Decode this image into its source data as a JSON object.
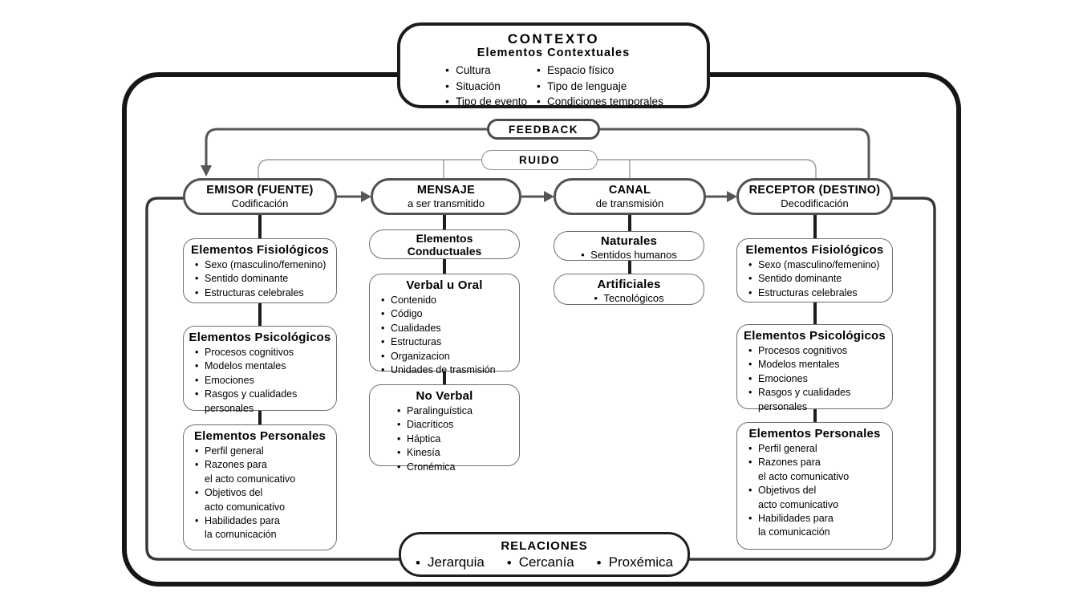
{
  "contexto": {
    "title": "CONTEXTO",
    "subtitle": "Elementos Contextuales",
    "col1": [
      "Cultura",
      "Situación",
      "Tipo de evento"
    ],
    "col2": [
      "Espacio físico",
      "Tipo de lenguaje",
      "Condiciones temporales"
    ]
  },
  "feedback_label": "FEEDBACK",
  "ruido_label": "RUIDO",
  "nodes": {
    "emisor": {
      "title": "EMISOR (FUENTE)",
      "subtitle": "Codificación"
    },
    "mensaje": {
      "title": "MENSAJE",
      "subtitle": "a ser transmitido"
    },
    "canal": {
      "title": "CANAL",
      "subtitle": "de transmisión"
    },
    "receptor": {
      "title": "RECEPTOR (DESTINO)",
      "subtitle": "Decodificación"
    }
  },
  "emisor_column": {
    "fisiologicos": {
      "title": "Elementos Fisiológicos",
      "items": [
        "Sexo (masculino/femenino)",
        "Sentido dominante",
        "Estructuras celebrales"
      ]
    },
    "psicologicos": {
      "title": "Elementos Psicológicos",
      "items": [
        "Procesos cognitivos",
        "Modelos mentales",
        "Emociones",
        "Rasgos y cualidades\npersonales"
      ]
    },
    "personales": {
      "title": "Elementos Personales",
      "items": [
        "Perfil general",
        "Razones para\nel acto comunicativo",
        "Objetivos del\nacto comunicativo",
        "Habilidades para\nla comunicación"
      ]
    }
  },
  "mensaje_column": {
    "conductuales": {
      "title": "Elementos\nConductuales"
    },
    "verbal": {
      "title": "Verbal u Oral",
      "items": [
        "Contenido",
        "Código",
        "Cualidades",
        "Estructuras",
        "Organizacion",
        "Unidades de trasmisión"
      ]
    },
    "no_verbal": {
      "title": "No Verbal",
      "items": [
        "Paralinguística",
        "Diacríticos",
        "Háptica",
        "Kinesía",
        "Cronémica"
      ]
    }
  },
  "canal_column": {
    "naturales": {
      "title": "Naturales",
      "items": [
        "Sentidos humanos"
      ]
    },
    "artificiales": {
      "title": "Artificiales",
      "items": [
        "Tecnológicos"
      ]
    }
  },
  "receptor_column": {
    "fisiologicos": {
      "title": "Elementos Fisiológicos",
      "items": [
        "Sexo (masculino/femenino)",
        "Sentido dominante",
        "Estructuras celebrales"
      ]
    },
    "psicologicos": {
      "title": "Elementos Psicológicos",
      "items": [
        "Procesos cognitivos",
        "Modelos mentales",
        "Emociones",
        "Rasgos y cualidades\npersonales"
      ]
    },
    "personales": {
      "title": "Elementos Personales",
      "items": [
        "Perfil general",
        "Razones para\nel acto comunicativo",
        "Objetivos del\nacto comunicativo",
        "Habilidades para\nla comunicación"
      ]
    }
  },
  "relaciones": {
    "title": "RELACIONES",
    "items": [
      "Jerarquia",
      "Cercanía",
      "Proxémica"
    ]
  },
  "colors": {
    "ink": "#000000",
    "frame_dark": "#161616",
    "line_mid": "#555555",
    "line_light": "#9a9a9a"
  }
}
